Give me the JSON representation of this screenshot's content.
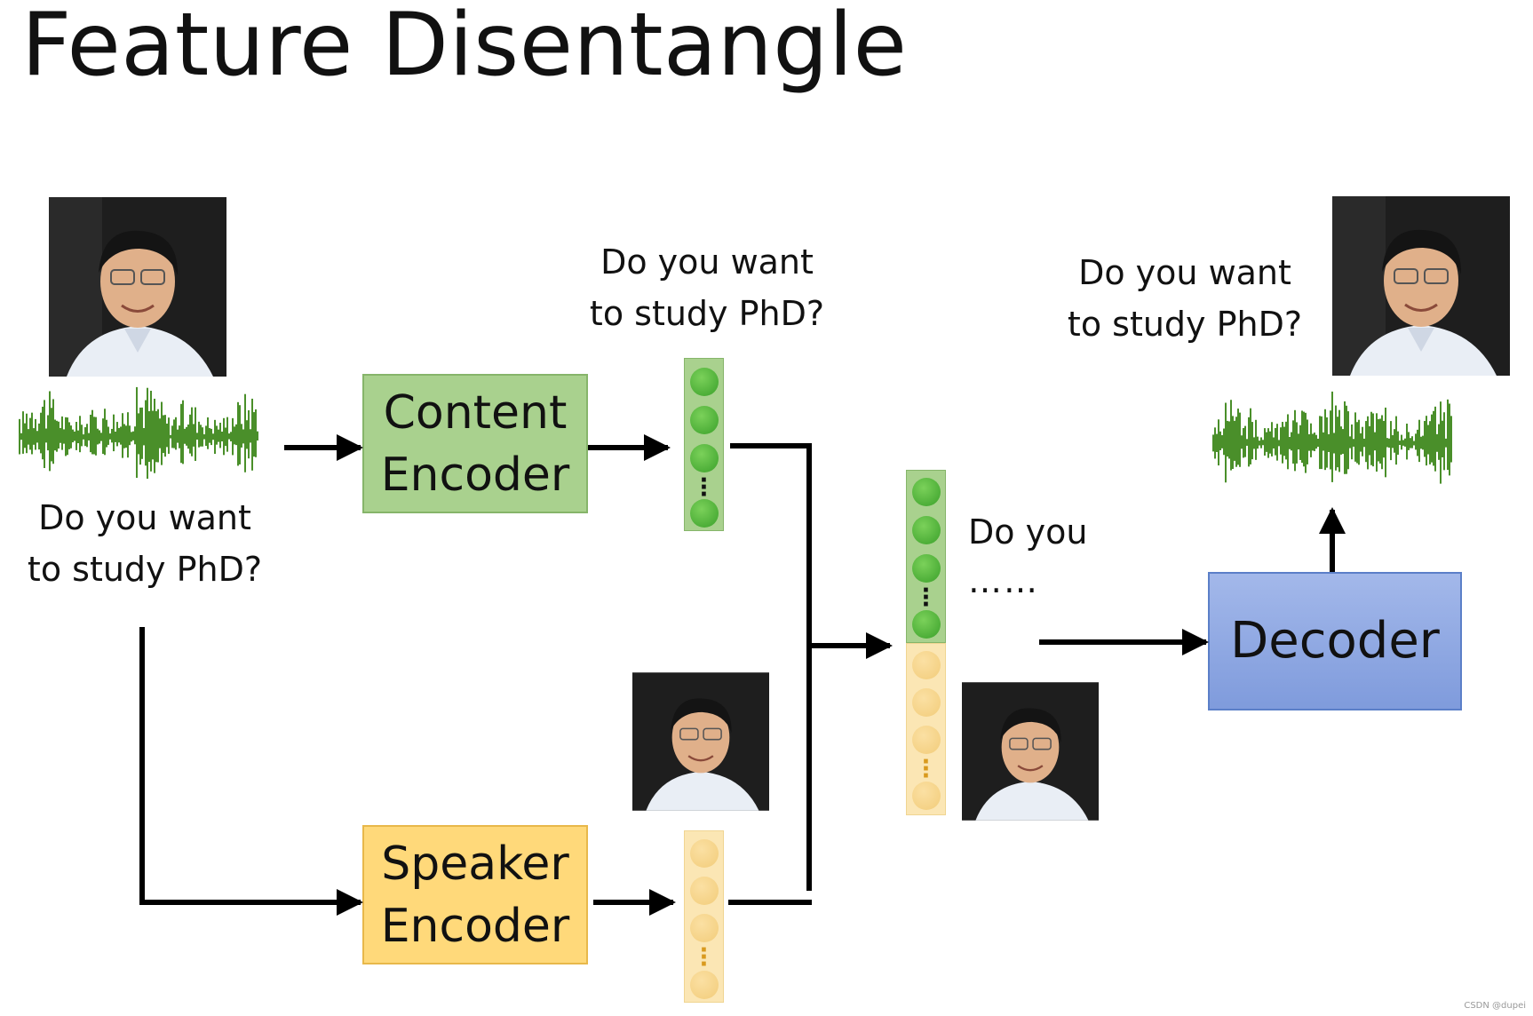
{
  "title": "Feature Disentangle",
  "input_caption": [
    "Do you want",
    "to study PhD?"
  ],
  "content_output_caption": [
    "Do you want",
    "to study PhD?"
  ],
  "output_caption": [
    "Do you want",
    "to study PhD?"
  ],
  "content_encoder": [
    "Content",
    "Encoder"
  ],
  "speaker_encoder": [
    "Speaker",
    "Encoder"
  ],
  "decoder": "Decoder",
  "merged_caption": "Do you",
  "merged_ellipsis": "……",
  "watermark": "CSDN @dupei",
  "colors": {
    "content": "#a9d18e",
    "speaker": "#ffd97a",
    "decoder": "#8fa9e3",
    "waveform": "#4a8f2a",
    "arrow": "#000000"
  }
}
